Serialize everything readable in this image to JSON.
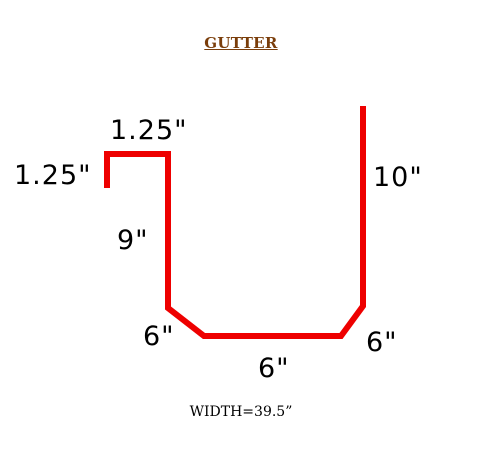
{
  "title": "GUTTER",
  "dimensions": {
    "top_flange": "1.25\"",
    "hem": "1.25\"",
    "front_face": "9\"",
    "front_bevel": "6\"",
    "bottom": "6\"",
    "back_bevel": "6\"",
    "back_face": "10\""
  },
  "total_width": "WIDTH=39.5”",
  "colors": {
    "title": "#7a3d0a",
    "profile_line": "#ee0000",
    "text": "#000000"
  }
}
